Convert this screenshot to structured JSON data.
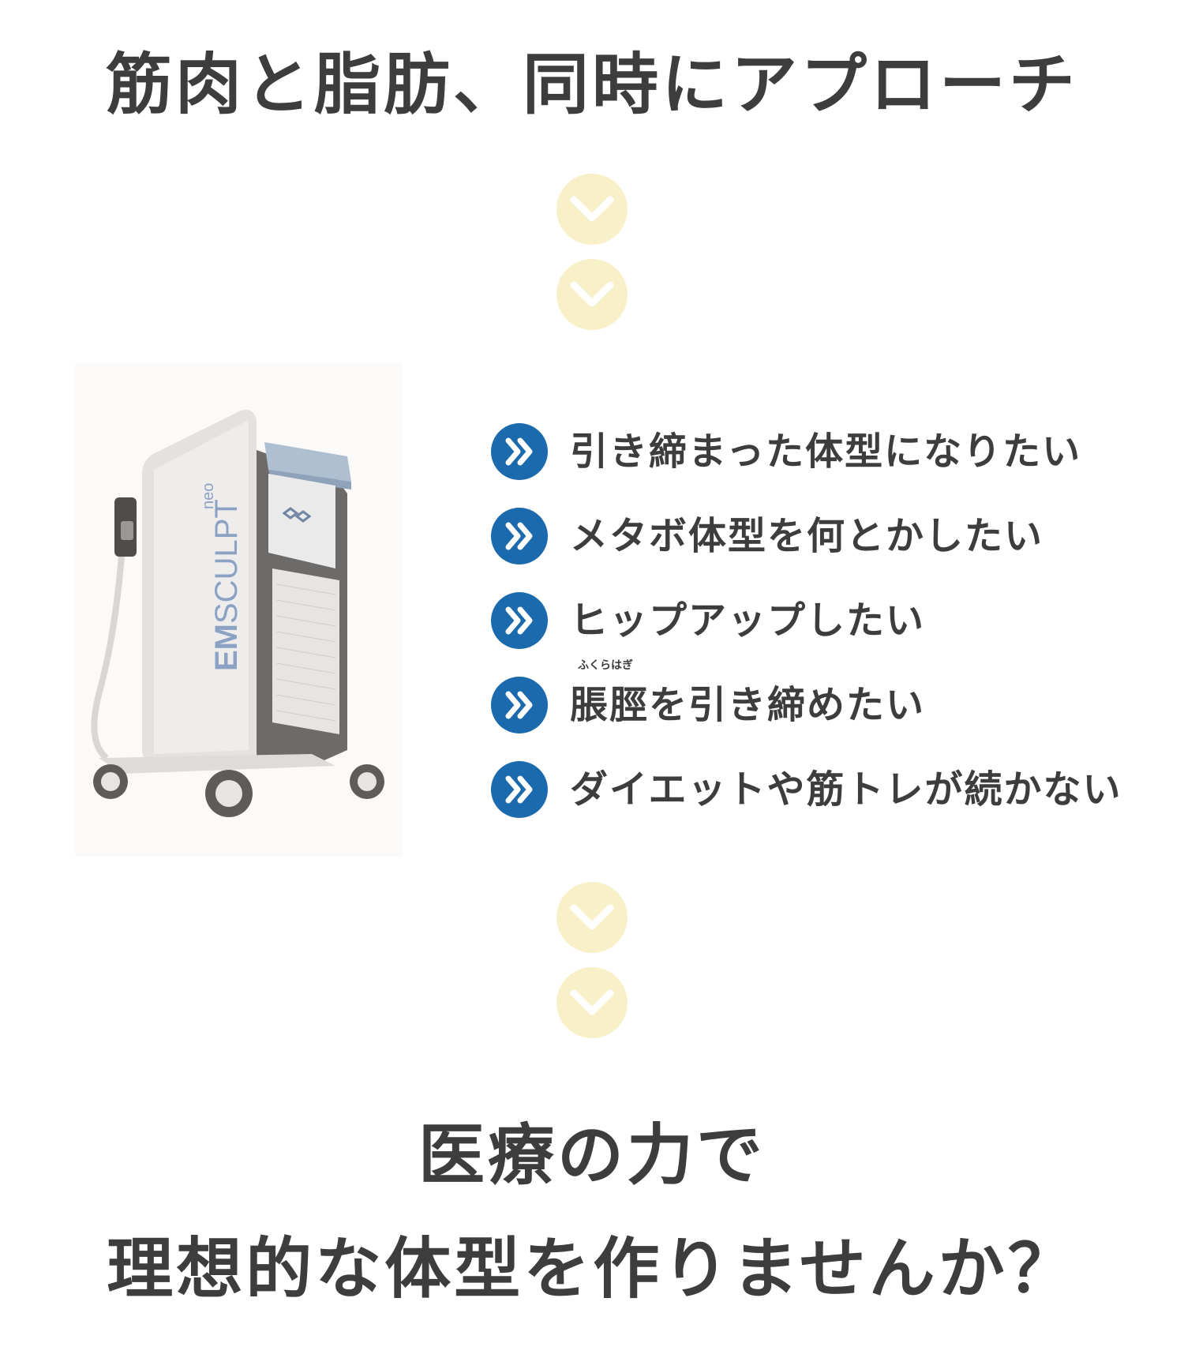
{
  "headline_top": "筋肉と脂肪、同時にアプローチ",
  "features": [
    {
      "text": "引き締まった体型になりたい"
    },
    {
      "text": "メタボ体型を何とかしたい"
    },
    {
      "text": "ヒップアップしたい"
    },
    {
      "text": "脹脛を引き締めたい",
      "ruby": "ふくらはぎ"
    },
    {
      "text": "ダイエットや筋トレが続かない"
    }
  ],
  "product": {
    "brand_em": "EM",
    "brand_rest": "SCULPT",
    "brand_neo": "neo"
  },
  "headline_bottom": {
    "line1": "医療の力で",
    "line2": "理想的な体型を作りませんか？"
  },
  "colors": {
    "chevron_circle": "#f8f0c8",
    "bullet": "#1a6aad",
    "text": "#3d3d3d"
  }
}
